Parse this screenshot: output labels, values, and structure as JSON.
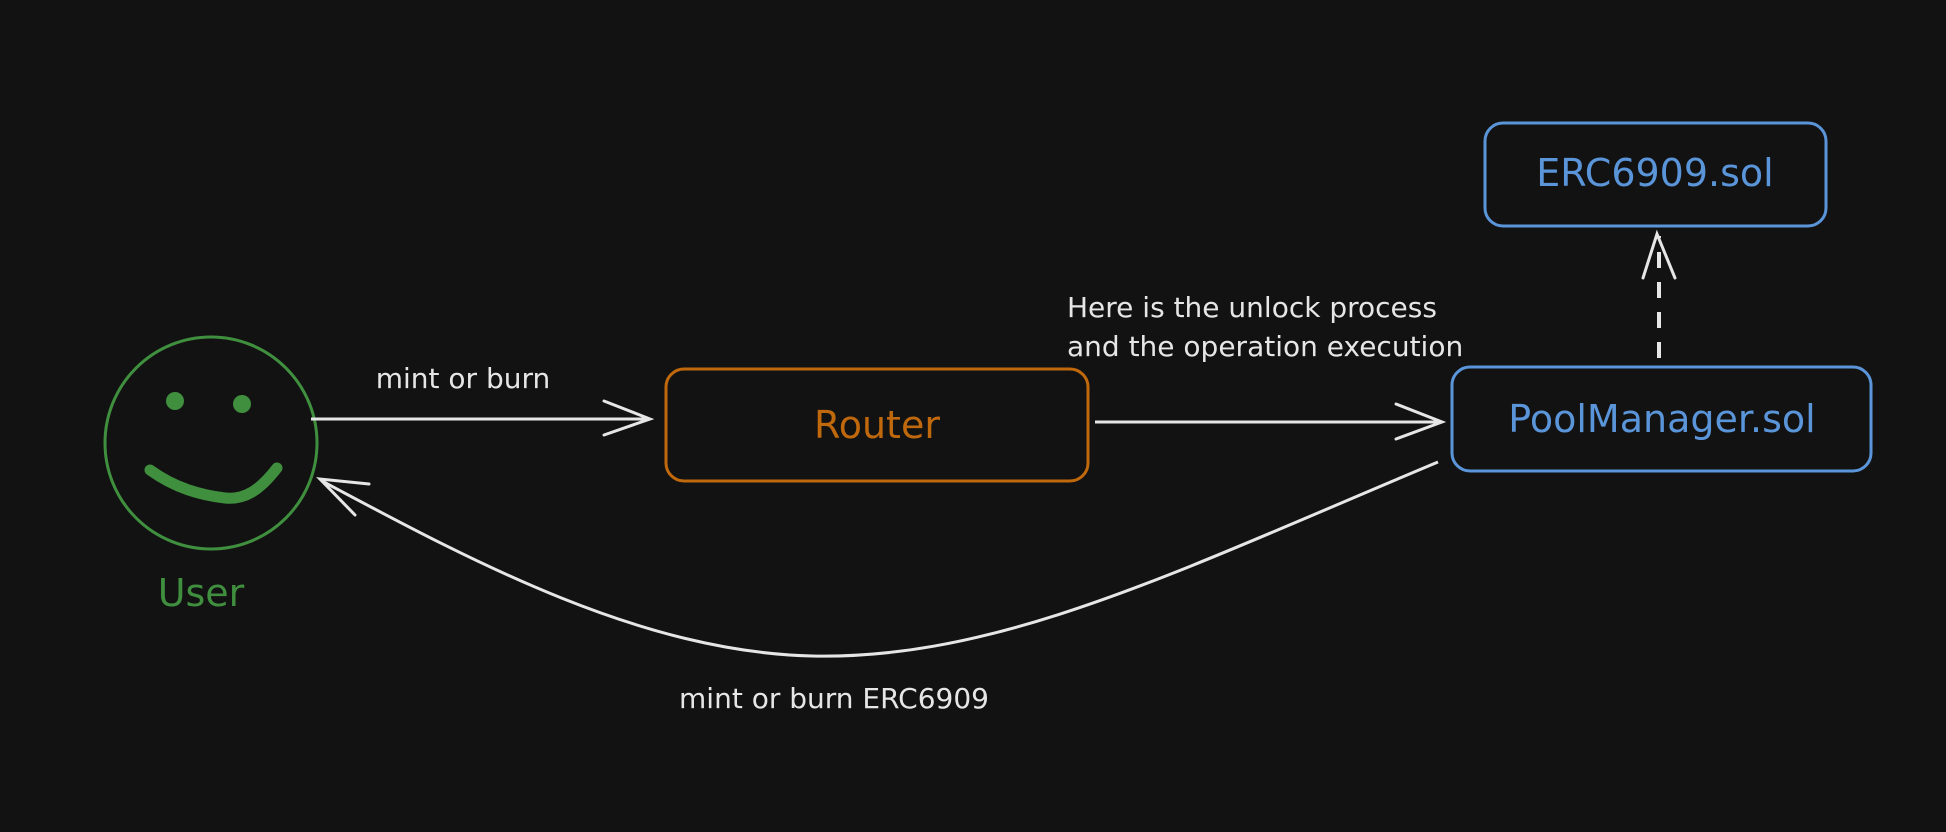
{
  "colors": {
    "background": "#121212",
    "user": "#3f8f3f",
    "router": "#c0680c",
    "contract": "#5b95d9",
    "arrow": "#e6e6e6"
  },
  "nodes": {
    "user": {
      "label": "User",
      "icon": "smiley-face-icon"
    },
    "router": {
      "label": "Router"
    },
    "pool_manager": {
      "label": "PoolManager.sol"
    },
    "erc6909": {
      "label": "ERC6909.sol"
    }
  },
  "edges": {
    "user_to_router": {
      "label": "mint or burn"
    },
    "router_to_pool": {
      "label_line1": "Here is the unlock process",
      "label_line2": "and the operation execution"
    },
    "pool_to_user": {
      "label": "mint or burn ERC6909"
    },
    "pool_to_erc6909": {
      "label": ""
    }
  }
}
